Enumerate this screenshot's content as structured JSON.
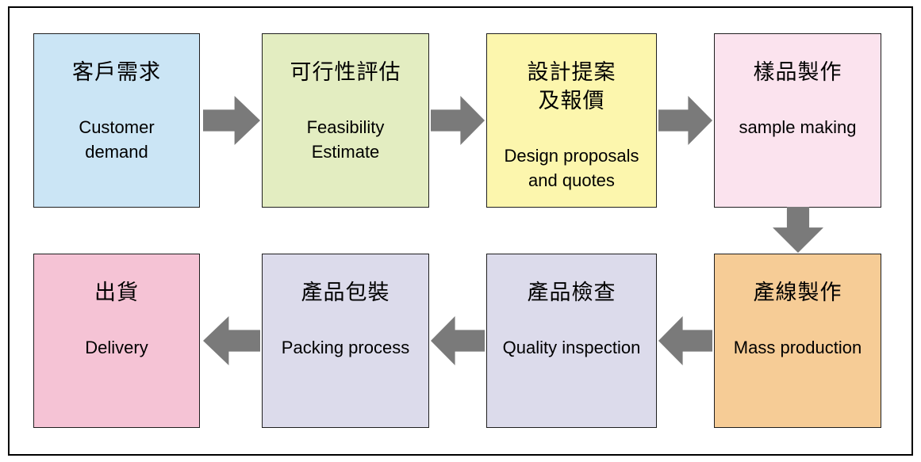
{
  "diagram": {
    "arrow_color": "#7a7a7a",
    "border_color": "#000000",
    "nodes": [
      {
        "id": "customer-demand",
        "title": "客戶需求",
        "label": "Customer\ndemand",
        "bg": "#cbe5f5"
      },
      {
        "id": "feasibility-estimate",
        "title": "可行性評估",
        "label": "Feasibility\nEstimate",
        "bg": "#e3edc1"
      },
      {
        "id": "design-proposals",
        "title": "設計提案\n及報價",
        "label": "Design proposals\nand quotes",
        "bg": "#fcf6ad"
      },
      {
        "id": "sample-making",
        "title": "樣品製作",
        "label": "sample making",
        "bg": "#fbe3ee"
      },
      {
        "id": "mass-production",
        "title": "產線製作",
        "label": "Mass production",
        "bg": "#f6cc96"
      },
      {
        "id": "quality-inspection",
        "title": "產品檢查",
        "label": "Quality inspection",
        "bg": "#dcdbeb"
      },
      {
        "id": "packing-process",
        "title": "產品包裝",
        "label": "Packing process",
        "bg": "#dcdbeb"
      },
      {
        "id": "delivery",
        "title": "出貨",
        "label": "Delivery",
        "bg": "#f5c3d5"
      }
    ]
  }
}
